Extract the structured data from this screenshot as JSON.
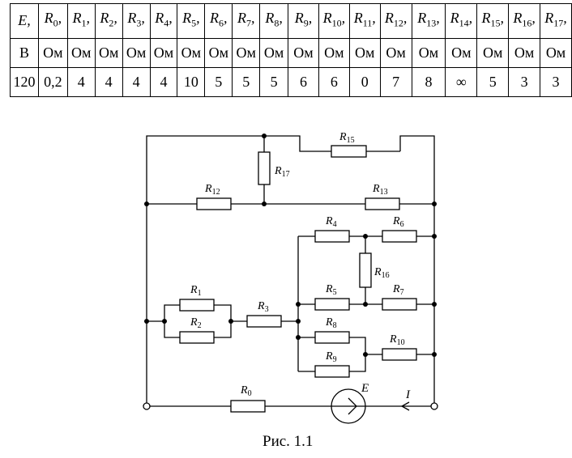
{
  "table": {
    "header": [
      {
        "sym": "E",
        "sub": ""
      },
      {
        "sym": "R",
        "sub": "0"
      },
      {
        "sym": "R",
        "sub": "1"
      },
      {
        "sym": "R",
        "sub": "2"
      },
      {
        "sym": "R",
        "sub": "3"
      },
      {
        "sym": "R",
        "sub": "4"
      },
      {
        "sym": "R",
        "sub": "5"
      },
      {
        "sym": "R",
        "sub": "6"
      },
      {
        "sym": "R",
        "sub": "7"
      },
      {
        "sym": "R",
        "sub": "8"
      },
      {
        "sym": "R",
        "sub": "9"
      },
      {
        "sym": "R",
        "sub": "10"
      },
      {
        "sym": "R",
        "sub": "11"
      },
      {
        "sym": "R",
        "sub": "12"
      },
      {
        "sym": "R",
        "sub": "13"
      },
      {
        "sym": "R",
        "sub": "14"
      },
      {
        "sym": "R",
        "sub": "15"
      },
      {
        "sym": "R",
        "sub": "16"
      },
      {
        "sym": "R",
        "sub": "17"
      }
    ],
    "units": [
      "В",
      "Ом",
      "Ом",
      "Ом",
      "Ом",
      "Ом",
      "Ом",
      "Ом",
      "Ом",
      "Ом",
      "Ом",
      "Ом",
      "Ом",
      "Ом",
      "Ом",
      "Ом",
      "Ом",
      "Ом",
      "Ом"
    ],
    "values": [
      "120",
      "0,2",
      "4",
      "4",
      "4",
      "4",
      "10",
      "5",
      "5",
      "5",
      "6",
      "6",
      "0",
      "7",
      "8",
      "∞",
      "5",
      "3",
      "3"
    ]
  },
  "circuit": {
    "resistors": {
      "R0": "R0",
      "R1": "R1",
      "R2": "R2",
      "R3": "R3",
      "R4": "R4",
      "R5": "R5",
      "R6": "R6",
      "R7": "R7",
      "R8": "R8",
      "R9": "R9",
      "R10": "R10",
      "R12": "R12",
      "R13": "R13",
      "R15": "R15",
      "R16": "R16",
      "R17": "R17"
    },
    "source_label": "E",
    "current_label": "I"
  },
  "caption": "Рис. 1.1"
}
